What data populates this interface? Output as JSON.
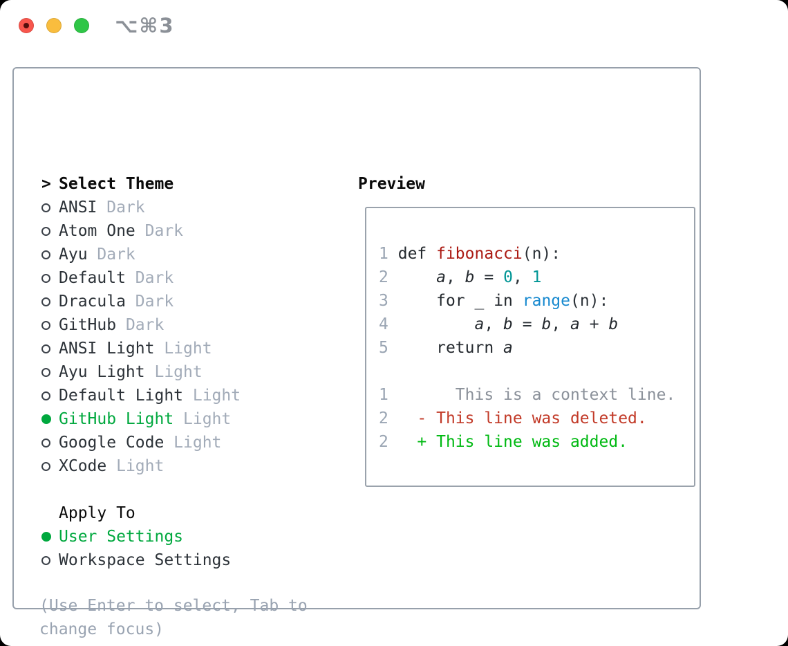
{
  "titlebar": {
    "shortcut": "⌥⌘3"
  },
  "theme_panel": {
    "prompt": ">",
    "title": "Select Theme",
    "items": [
      {
        "name": "ANSI",
        "variant": "Dark",
        "selected": false
      },
      {
        "name": "Atom One",
        "variant": "Dark",
        "selected": false
      },
      {
        "name": "Ayu",
        "variant": "Dark",
        "selected": false
      },
      {
        "name": "Default",
        "variant": "Dark",
        "selected": false
      },
      {
        "name": "Dracula",
        "variant": "Dark",
        "selected": false
      },
      {
        "name": "GitHub",
        "variant": "Dark",
        "selected": false
      },
      {
        "name": "ANSI Light",
        "variant": "Light",
        "selected": false
      },
      {
        "name": "Ayu Light",
        "variant": "Light",
        "selected": false
      },
      {
        "name": "Default Light",
        "variant": "Light",
        "selected": false
      },
      {
        "name": "GitHub Light",
        "variant": "Light",
        "selected": true
      },
      {
        "name": "Google Code",
        "variant": "Light",
        "selected": false
      },
      {
        "name": "XCode",
        "variant": "Light",
        "selected": false
      }
    ],
    "apply_to": {
      "title": "Apply To",
      "options": [
        {
          "name": "User Settings",
          "selected": true
        },
        {
          "name": "Workspace Settings",
          "selected": false
        }
      ]
    },
    "help_lines": [
      "(Use Enter to select, Tab to",
      "change focus)"
    ]
  },
  "preview": {
    "title": "Preview",
    "lines": [
      {
        "segments": [
          {
            "text": "1",
            "style": "num"
          },
          {
            "text": " ",
            "style": "plain"
          },
          {
            "text": "def ",
            "style": "kw"
          },
          {
            "text": "fibonacci",
            "style": "fn"
          },
          {
            "text": "(n):",
            "style": "plain"
          }
        ]
      },
      {
        "segments": [
          {
            "text": "2",
            "style": "num"
          },
          {
            "text": "     ",
            "style": "plain"
          },
          {
            "text": "a",
            "style": "var"
          },
          {
            "text": ", ",
            "style": "plain"
          },
          {
            "text": "b",
            "style": "var"
          },
          {
            "text": " = ",
            "style": "plain"
          },
          {
            "text": "0",
            "style": "lit"
          },
          {
            "text": ", ",
            "style": "plain"
          },
          {
            "text": "1",
            "style": "lit"
          }
        ]
      },
      {
        "segments": [
          {
            "text": "3",
            "style": "num"
          },
          {
            "text": "     ",
            "style": "plain"
          },
          {
            "text": "for ",
            "style": "kw"
          },
          {
            "text": "_ ",
            "style": "plain"
          },
          {
            "text": "in ",
            "style": "kw"
          },
          {
            "text": "range",
            "style": "builtin"
          },
          {
            "text": "(n):",
            "style": "plain"
          }
        ]
      },
      {
        "segments": [
          {
            "text": "4",
            "style": "num"
          },
          {
            "text": "         ",
            "style": "plain"
          },
          {
            "text": "a",
            "style": "var"
          },
          {
            "text": ", ",
            "style": "plain"
          },
          {
            "text": "b",
            "style": "var"
          },
          {
            "text": " = ",
            "style": "plain"
          },
          {
            "text": "b",
            "style": "var"
          },
          {
            "text": ", ",
            "style": "plain"
          },
          {
            "text": "a",
            "style": "var"
          },
          {
            "text": " + ",
            "style": "plain"
          },
          {
            "text": "b",
            "style": "var"
          }
        ]
      },
      {
        "segments": [
          {
            "text": "5",
            "style": "num"
          },
          {
            "text": "     ",
            "style": "plain"
          },
          {
            "text": "return ",
            "style": "kw"
          },
          {
            "text": "a",
            "style": "var"
          }
        ]
      },
      {
        "segments": []
      },
      {
        "segments": [
          {
            "text": "1",
            "style": "num"
          },
          {
            "text": "       ",
            "style": "plain"
          },
          {
            "text": "This is a context line.",
            "style": "ctx"
          }
        ]
      },
      {
        "segments": [
          {
            "text": "2",
            "style": "num"
          },
          {
            "text": "   ",
            "style": "plain"
          },
          {
            "text": "- This line was deleted.",
            "style": "del"
          }
        ]
      },
      {
        "segments": [
          {
            "text": "2",
            "style": "num"
          },
          {
            "text": "   ",
            "style": "plain"
          },
          {
            "text": "+ This line was added.",
            "style": "add"
          }
        ]
      }
    ]
  },
  "colors": {
    "selection_green": "#00a83e",
    "diff_added_green": "#00b912",
    "diff_deleted_red": "#c23a28",
    "function_red": "#ab1a13",
    "number_teal": "#009595",
    "builtin_blue": "#1789cf",
    "muted_gray": "#a2abb8",
    "panel_border": "#97a0ab"
  }
}
